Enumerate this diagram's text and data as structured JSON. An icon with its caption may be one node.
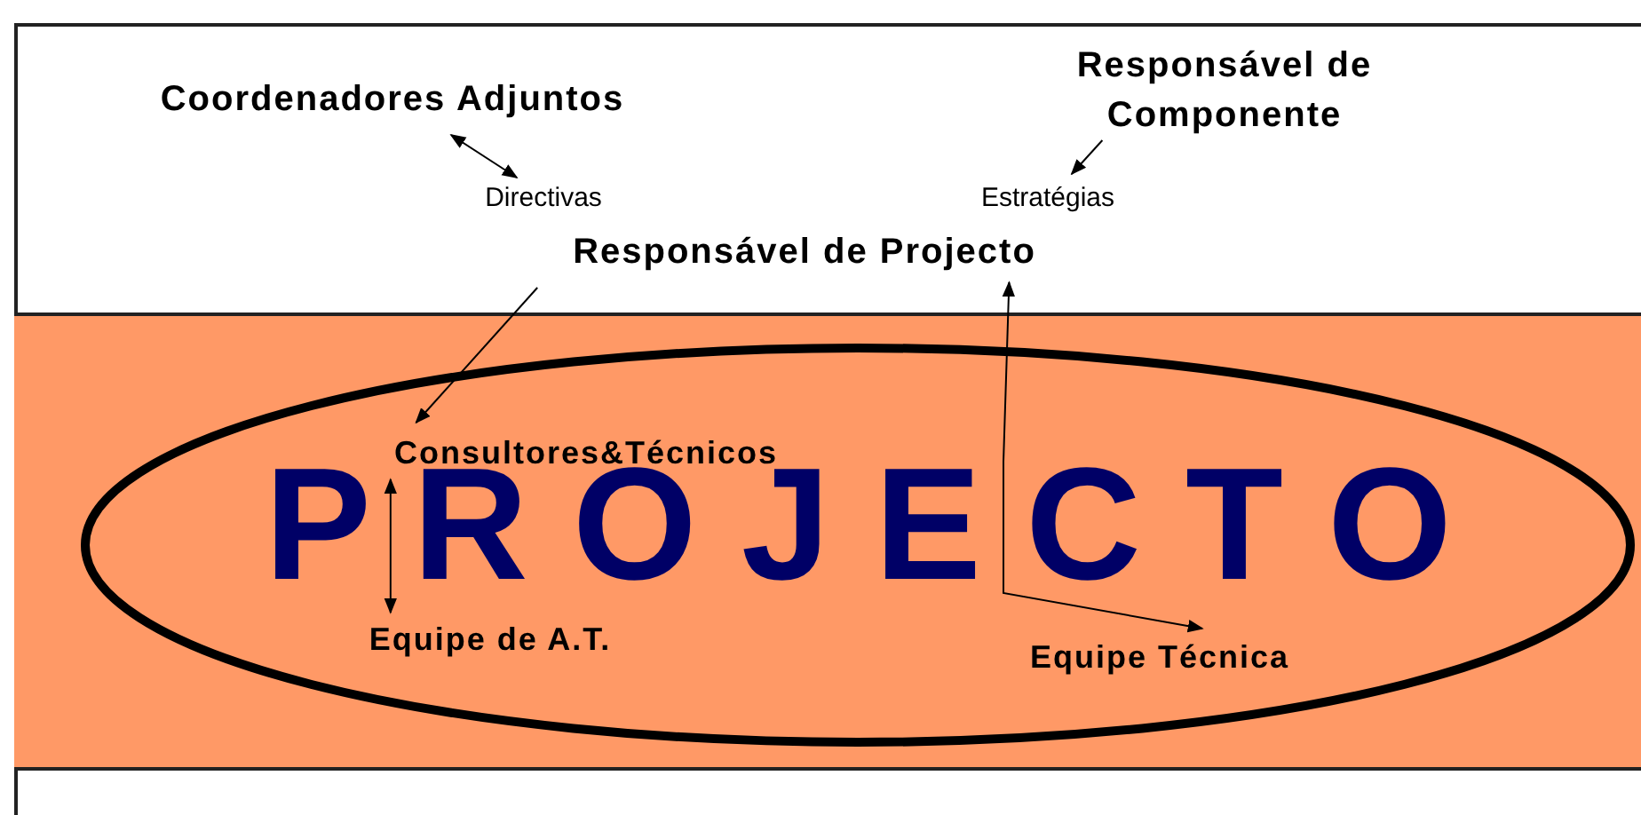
{
  "diagram": {
    "nodes": [
      {
        "text": [
          "Coordenadores  Adjuntos"
        ]
      },
      {
        "text": [
          "Directivas"
        ]
      },
      {
        "text": [
          "Responsável de Componente"
        ]
      },
      {
        "text": [
          "Estratégias"
        ]
      },
      {
        "text": [
          "Responsável de Projecto"
        ]
      },
      {
        "text": [],
        "shape": "box"
      },
      {
        "text": [
          "P R O J E C T O"
        ],
        "in": 5
      },
      {
        "text": [
          "Consultores&Técnicos"
        ],
        "in": 6
      },
      {
        "text": [
          "Equipe de A.T."
        ],
        "in": 6
      },
      {
        "text": [
          "Equipe Técnica"
        ],
        "in": 6
      }
    ],
    "edges": [
      {
        "from": 0,
        "to": 1,
        "arrow": "both"
      },
      {
        "from": 2,
        "to": 3,
        "arrow": "to"
      },
      {
        "from": 4,
        "to": 7,
        "arrow": "to"
      },
      {
        "from": 9,
        "to": 4,
        "arrow": "both"
      },
      {
        "from": 7,
        "to": 8,
        "arrow": "both"
      }
    ]
  }
}
